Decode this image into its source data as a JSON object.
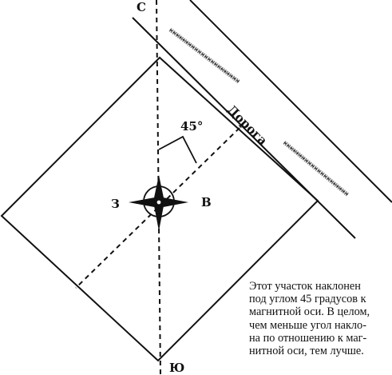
{
  "compass": {
    "north": "С",
    "south": "Ю",
    "west": "З",
    "east": "В"
  },
  "angle_label": "45°",
  "road_label": "Дорога",
  "note_lines": [
    "Этот участок наклонен",
    "под углом 45 градусов к",
    "магнитной оси. В целом,",
    "чем меньше угол накло-",
    "на по отношению к маг-",
    "нитной оси, тем лучше."
  ],
  "colors": {
    "ink": "#111111",
    "background": "#ffffff"
  }
}
